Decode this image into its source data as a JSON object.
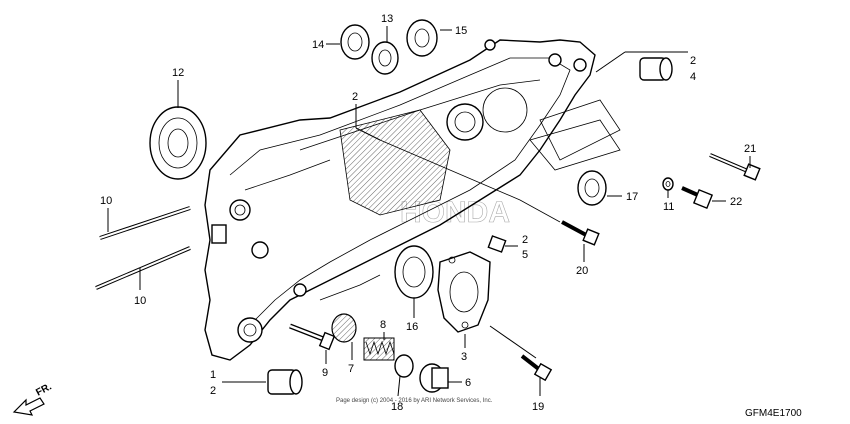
{
  "diagram": {
    "callouts": [
      "14",
      "13",
      "15",
      "12",
      "2",
      "2",
      "4",
      "21",
      "10",
      "17",
      "11",
      "22",
      "10",
      "2",
      "5",
      "20",
      "16",
      "8",
      "3",
      "9",
      "7",
      "1",
      "2",
      "6",
      "18",
      "19"
    ],
    "figure_code": "GFM4E1700",
    "copyright": "Page design (c) 2004 - 2016 by ARI Network Services, Inc.",
    "direction_label": "FR.",
    "watermark": "HONDA"
  }
}
